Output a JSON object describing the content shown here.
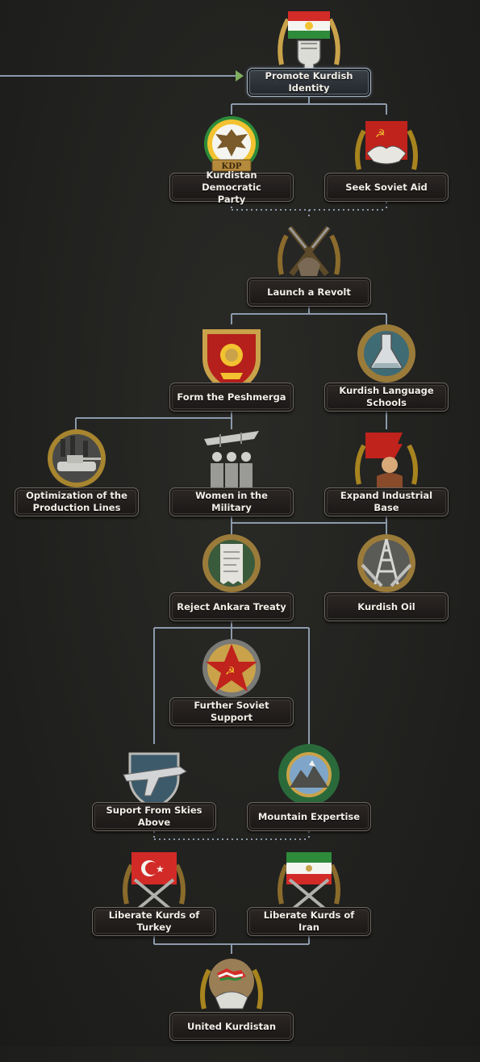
{
  "focus_tree": {
    "focuses": [
      {
        "label": "Promote Kurdish\nIdentity",
        "icon": "kurdish-fist-flag-icon"
      },
      {
        "label": "Kurdistan Democratic\nParty",
        "icon": "kdp-eagle-emblem-icon",
        "emblem_text": "KDP"
      },
      {
        "label": "Seek Soviet Aid",
        "icon": "soviet-handshake-icon"
      },
      {
        "label": "Launch a Revolt",
        "icon": "crossed-rifles-icon"
      },
      {
        "label": "Form the Peshmerga",
        "icon": "peshmerga-shield-icon"
      },
      {
        "label": "Kurdish Language\nSchools",
        "icon": "laboratory-flask-icon"
      },
      {
        "label": "Optimization of the\nProduction Lines",
        "icon": "tank-factory-icon"
      },
      {
        "label": "Women in the Military",
        "icon": "soldiers-biplane-icon"
      },
      {
        "label": "Expand Industrial Base",
        "icon": "worker-red-flag-icon"
      },
      {
        "label": "Reject Ankara Treaty",
        "icon": "torn-document-icon"
      },
      {
        "label": "Kurdish Oil",
        "icon": "oil-derrick-icon"
      },
      {
        "label": "Further Soviet Support",
        "icon": "soviet-star-icon"
      },
      {
        "label": "Suport From Skies Above",
        "icon": "fighter-plane-icon"
      },
      {
        "label": "Mountain Expertise",
        "icon": "mountain-wreath-icon"
      },
      {
        "label": "Liberate Kurds of Turkey",
        "icon": "turkey-flag-swords-icon"
      },
      {
        "label": "Liberate Kurds of Iran",
        "icon": "iran-flag-swords-icon"
      },
      {
        "label": "United Kurdistan",
        "icon": "united-kurdistan-map-icon"
      }
    ]
  },
  "colors": {
    "background": "#222220",
    "connector": "#8c9aab",
    "arrow": "#7fae5e",
    "plate_border": "#6b6560",
    "gold": "#c9a24a",
    "kurdish_red": "#d32b28",
    "kurdish_green": "#2d8b3a",
    "kurdish_sun": "#f2c230"
  }
}
